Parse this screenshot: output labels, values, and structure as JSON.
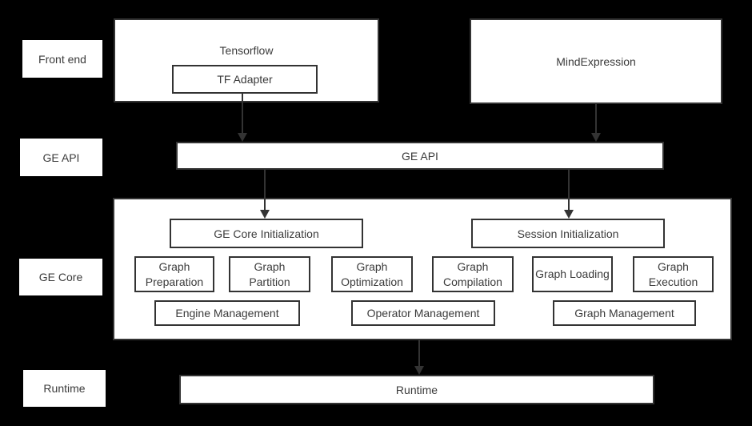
{
  "colors": {
    "background": "#000000",
    "box_fill": "#ffffff",
    "box_border": "#333333",
    "text": "#3b3b3b",
    "arrow": "#333333"
  },
  "side_labels": [
    "Front end",
    "GE API",
    "GE Core",
    "Runtime"
  ],
  "front_end": {
    "tensorflow": "Tensorflow",
    "tf_adapter": "TF Adapter",
    "mind_expression": "MindExpression"
  },
  "ge_api_bar": "GE API",
  "ge_core": {
    "init_boxes": [
      "GE Core Initialization",
      "Session Initialization"
    ],
    "function_boxes": [
      "Graph Preparation",
      "Graph Partition",
      "Graph Optimization",
      "Graph Compilation",
      "Graph Loading",
      "Graph Execution"
    ],
    "management_boxes": [
      "Engine Management",
      "Operator Management",
      "Graph Management"
    ]
  },
  "runtime_bar": "Runtime"
}
